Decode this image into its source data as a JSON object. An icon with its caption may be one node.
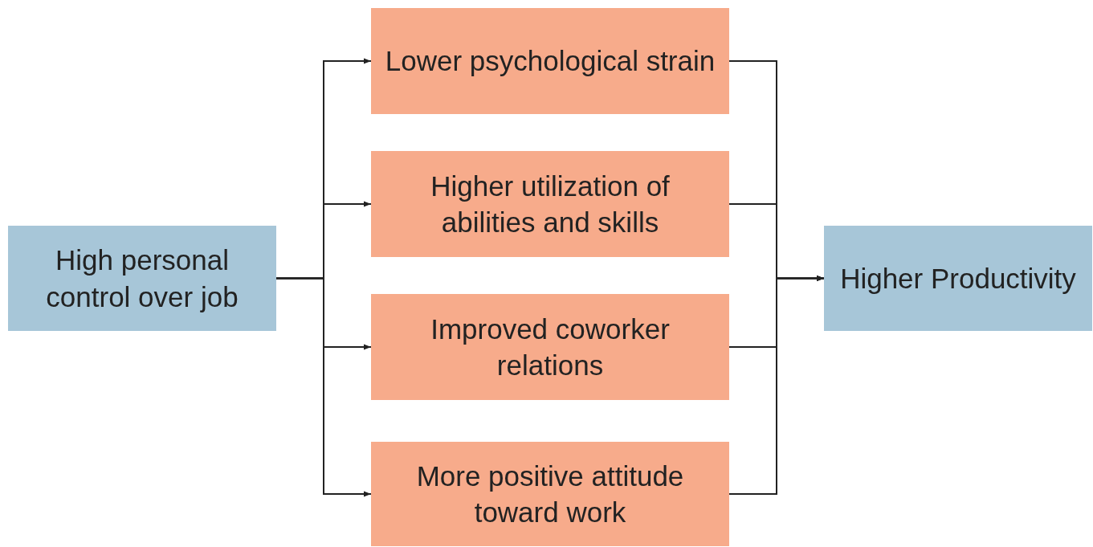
{
  "diagram": {
    "nodes": [
      {
        "text": [
          "High personal control over job"
        ]
      },
      {
        "text": [
          "Lower psychological strain"
        ]
      },
      {
        "text": [
          "Higher utilization of abilities and skills"
        ]
      },
      {
        "text": [
          "Improved coworker relations"
        ]
      },
      {
        "text": [
          "More positive attitude toward work"
        ]
      },
      {
        "text": [
          "Higher Productivity"
        ]
      }
    ],
    "edges": [
      {
        "from": 0,
        "to": 1,
        "arrow": "to"
      },
      {
        "from": 0,
        "to": 2,
        "arrow": "to"
      },
      {
        "from": 0,
        "to": 3,
        "arrow": "to"
      },
      {
        "from": 0,
        "to": 4,
        "arrow": "to"
      },
      {
        "from": 1,
        "to": 5,
        "arrow": "to"
      },
      {
        "from": 2,
        "to": 5,
        "arrow": "to"
      },
      {
        "from": 3,
        "to": 5,
        "arrow": "to"
      },
      {
        "from": 4,
        "to": 5,
        "arrow": "to"
      }
    ]
  }
}
